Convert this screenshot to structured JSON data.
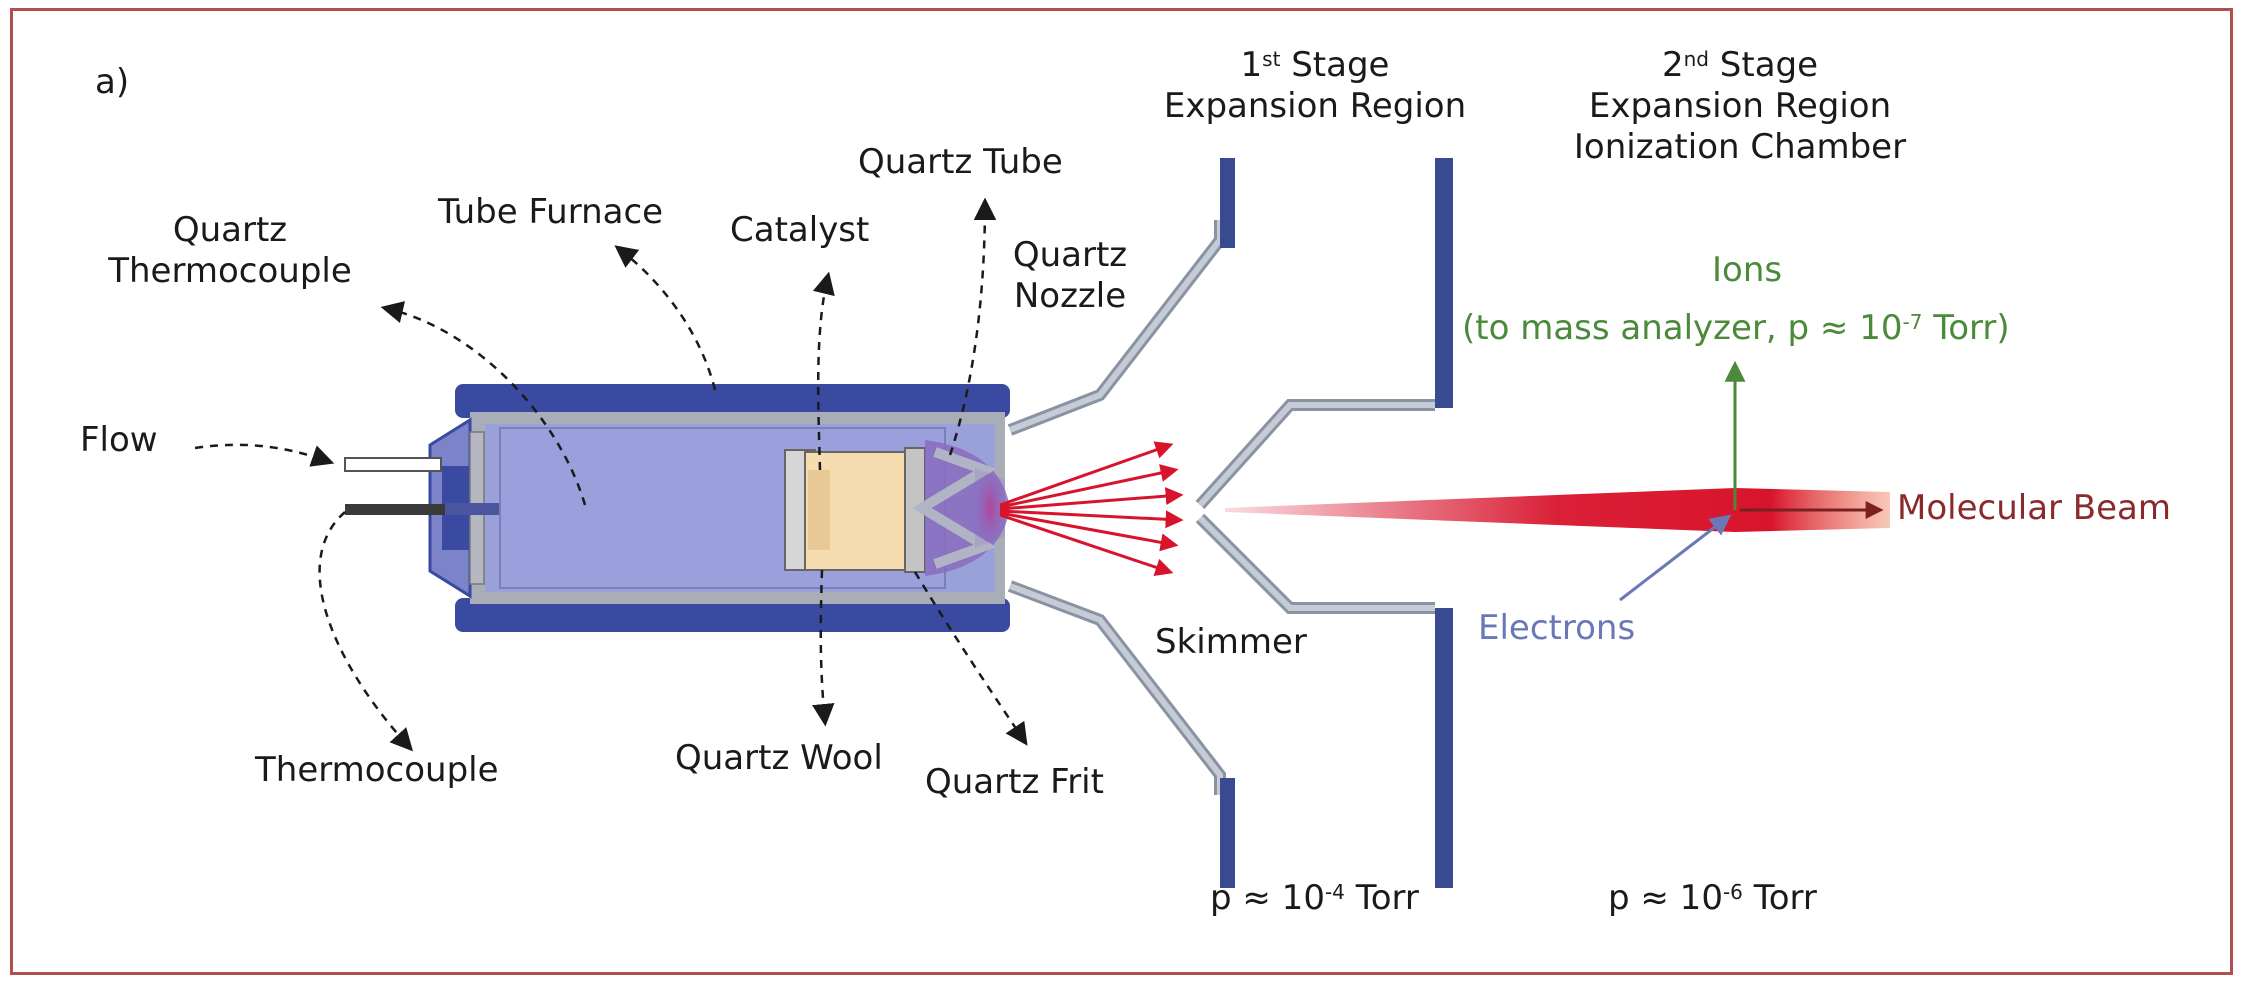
{
  "panel_label": "a)",
  "labels": {
    "flow": "Flow",
    "quartz_thermocouple_1": "Quartz",
    "quartz_thermocouple_2": "Thermocouple",
    "tube_furnace": "Tube Furnace",
    "catalyst": "Catalyst",
    "quartz_tube": "Quartz Tube",
    "quartz_nozzle_1": "Quartz",
    "quartz_nozzle_2": "Nozzle",
    "thermocouple": "Thermocouple",
    "quartz_wool": "Quartz Wool",
    "quartz_frit": "Quartz Frit",
    "skimmer": "Skimmer",
    "ions": "Ions",
    "ions_detail_pre": "(to mass analyzer, p ≈ 10",
    "ions_detail_exp": "-7",
    "ions_detail_post": " Torr)",
    "electrons": "Electrons",
    "molecular_beam": "Molecular Beam"
  },
  "stages": {
    "first_num": "1",
    "first_sup": "st",
    "first_line1_rest": " Stage",
    "first_line2": "Expansion Region",
    "first_pressure_pre": "p ≈ 10",
    "first_pressure_exp": "-4",
    "first_pressure_post": " Torr",
    "second_num": "2",
    "second_sup": "nd",
    "second_line1_rest": " Stage",
    "second_line2": "Expansion Region",
    "second_line3": "Ionization Chamber",
    "second_pressure_pre": "p ≈ 10",
    "second_pressure_exp": "-6",
    "second_pressure_post": " Torr"
  },
  "colors": {
    "frame": "#b05050",
    "furnace_blue": "#3a4aa0",
    "inner_tube": "#a8aadc",
    "catalyst": "#f6ddb0",
    "beam_red": "#d8142c",
    "ions_green": "#4a8a3a",
    "electrons_blue": "#6a78b8",
    "molecular_beam_text": "#8a2a2a",
    "chamber_wall": "#3a4a90",
    "skimmer_gray": "#8f97a6"
  }
}
